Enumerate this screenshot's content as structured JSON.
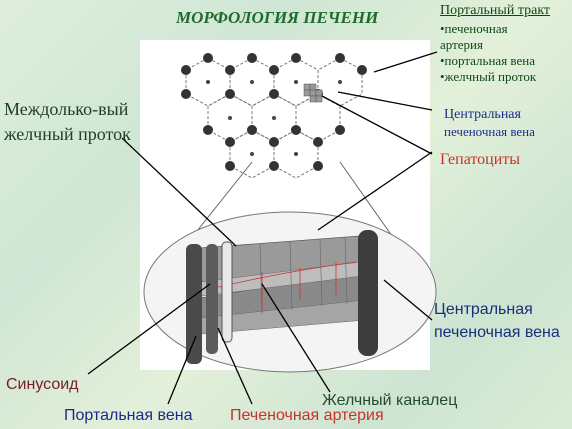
{
  "title": "МОРФОЛОГИЯ ПЕЧЕНИ",
  "portal_tract": {
    "heading": "Портальный тракт",
    "items": [
      "•печеночная",
      "артерия",
      "•портальная вена",
      "•желчный проток"
    ]
  },
  "labels": {
    "interlobular_bile_duct": "Междолько-вый желчный проток",
    "central_vein_top_line1": "Центральная",
    "central_vein_top_line2": "печеночная вена",
    "hepatocytes": "Гепатоциты",
    "central_vein_bottom": "Центральная печеночная вена",
    "sinusoid": "Синусоид",
    "bile_canaliculus": "Желчный каналец",
    "portal_vein": "Портальная вена",
    "hepatic_artery": "Печеночная артерия"
  },
  "colors": {
    "title": "#1f6b2c",
    "central_vein": "#1b2f8a",
    "hepatocytes": "#c7322b",
    "sinusoid": "#7a1d28",
    "portal_vein": "#1b2a8a",
    "hepatic_artery": "#c7322b",
    "background": "#d6ead4"
  }
}
